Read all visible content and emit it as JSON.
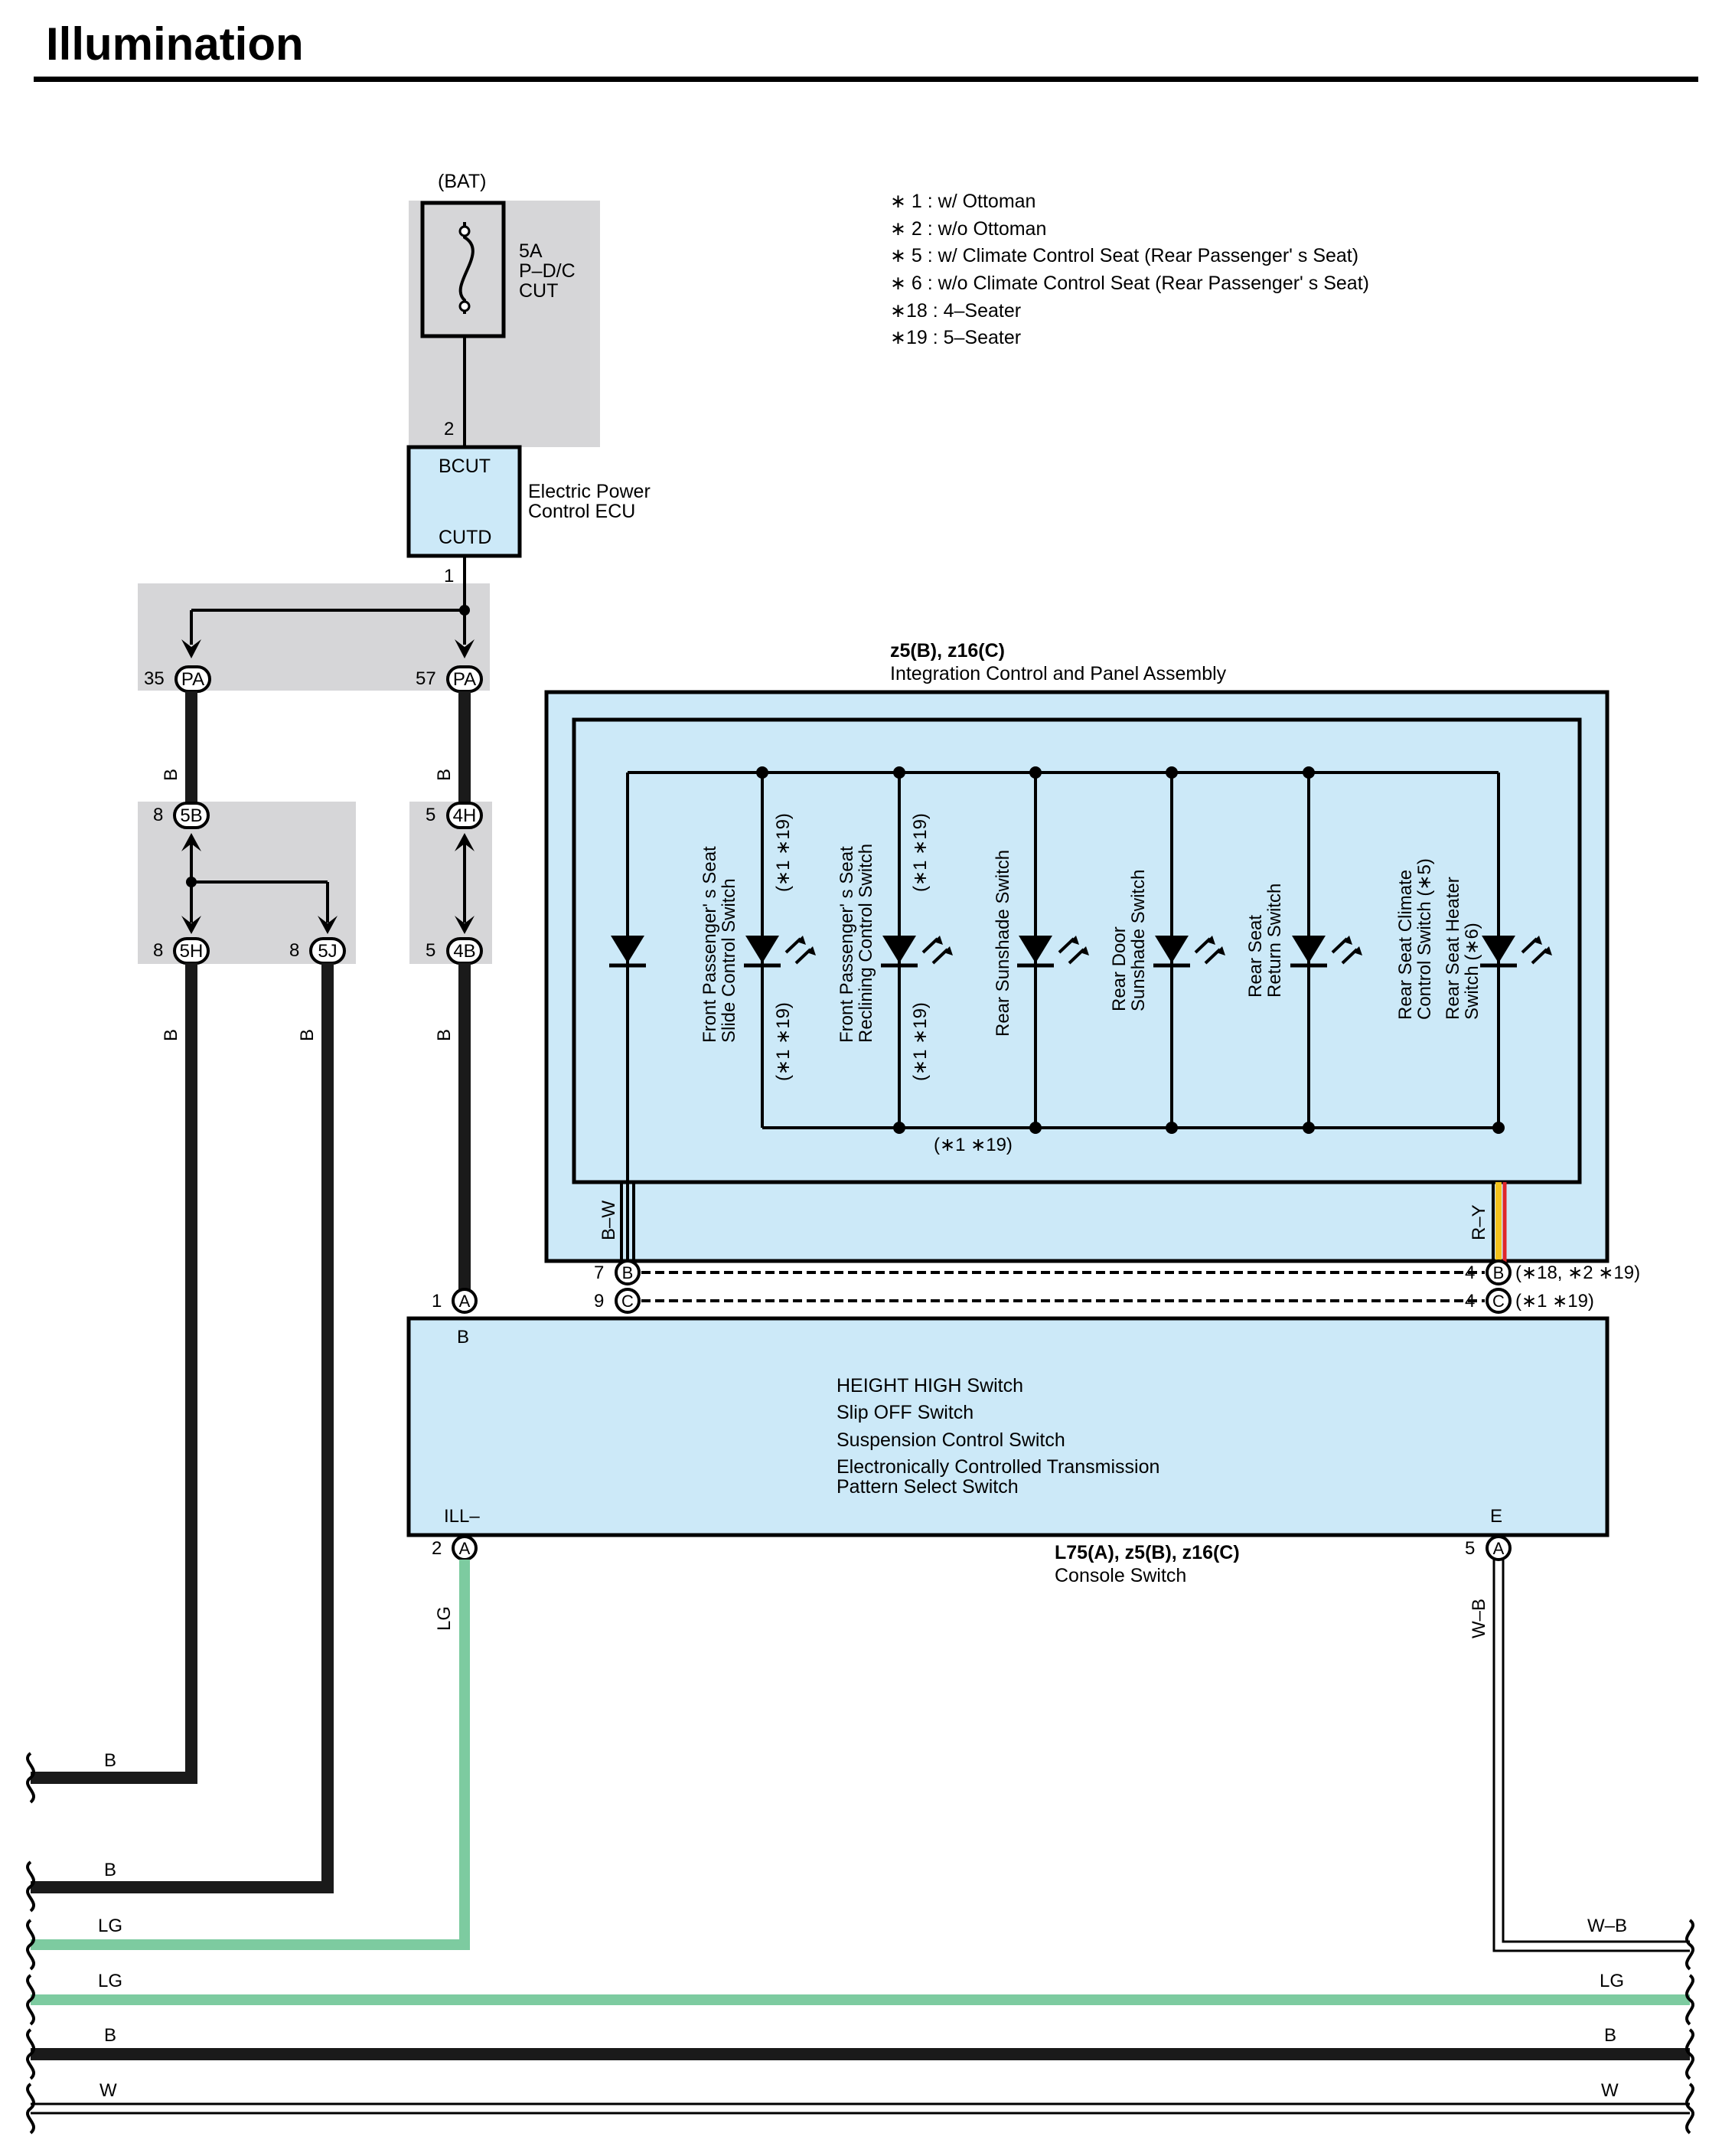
{
  "title": "Illumination",
  "notes": [
    "∗ 1 : w/ Ottoman",
    "∗ 2 : w/o Ottoman",
    "∗ 5 : w/ Climate Control Seat  (Rear Passenger'  s Seat)",
    "∗ 6 : w/o Climate Control Seat  (Rear Passenger'  s Seat)",
    "∗18 : 4–Seater",
    "∗19 : 5–Seater"
  ],
  "power": {
    "source": "(BAT)",
    "fuse": [
      "5A",
      "P–D/C",
      "CUT"
    ],
    "pin_in": "2",
    "pin_out": "1"
  },
  "ecu": {
    "term_top": "BCUT",
    "term_bottom": "CUTD",
    "name": [
      "Electric Power",
      "Control ECU"
    ]
  },
  "connectors": {
    "pa35": {
      "pin": "35",
      "id": "PA"
    },
    "pa57": {
      "pin": "57",
      "id": "PA"
    },
    "c5b": {
      "pin": "8",
      "id": "5B"
    },
    "c5h": {
      "pin": "8",
      "id": "5H"
    },
    "c5j": {
      "pin": "8",
      "id": "5J"
    },
    "c4h": {
      "pin": "5",
      "id": "4H"
    },
    "c4b": {
      "pin": "5",
      "id": "4B"
    }
  },
  "panel": {
    "code": "z5(B), z16(C)",
    "name": "Integration Control  and Panel Assembly",
    "switches": [
      [
        "Front Passenger'  s Seat",
        "Slide Control Switch"
      ],
      [
        "Front Passenger'  s Seat",
        "Reclining Control Switch"
      ],
      [
        "Rear Sunshade Switch"
      ],
      [
        "Rear Door",
        "Sunshade Switch"
      ],
      [
        "Rear Seat",
        "Return Switch"
      ],
      [
        "Rear Seat Climate",
        "Control Switch (∗5)",
        "Rear Seat Heater",
        "Switch (∗6)"
      ]
    ],
    "cond_top": "(∗1 ∗19)",
    "cond_bottom": "(∗1 ∗19)",
    "cond_bus": "(∗1 ∗19)",
    "wire_left": "B–W",
    "wire_right": "R–Y",
    "pins": {
      "b_left_num": "7",
      "b_left_id": "B",
      "c_left_num": "9",
      "c_left_id": "C",
      "b_right_num": "4",
      "b_right_id": "B",
      "b_right_note": "(∗18,  ∗2 ∗19)",
      "c_right_num": "4",
      "c_right_id": "C",
      "c_right_note": "(∗1 ∗19)"
    }
  },
  "console": {
    "code": "L75(A), z5(B), z16(C)",
    "name": "Console Switch",
    "items": [
      "HEIGHT HIGH Switch",
      "Slip OFF Switch",
      "Suspension Control Switch",
      "Electronically Controlled Transmission",
      "Pattern Select Switch"
    ],
    "term_top": "B",
    "term_ill": "ILL–",
    "term_e": "E",
    "pin_top_num": "1",
    "pin_top_id": "A",
    "pin_ill_num": "2",
    "pin_ill_id": "A",
    "pin_e_num": "5",
    "pin_e_id": "A"
  },
  "wire_colors": {
    "b1": "B",
    "b2": "B",
    "b3": "B",
    "b4": "B",
    "b5": "B",
    "lg_vertical": "LG",
    "wb_vertical": "W–B"
  },
  "bus_lines": [
    {
      "left": "B",
      "right": "",
      "color": "#1a1a1a"
    },
    {
      "left": "B",
      "right": "",
      "color": "#1a1a1a"
    },
    {
      "left": "LG",
      "right": "W–B",
      "color": "#7dcba0"
    },
    {
      "left": "LG",
      "right": "LG",
      "color": "#7dcba0"
    },
    {
      "left": "B",
      "right": "B",
      "color": "#1a1a1a"
    },
    {
      "left": "W",
      "right": "W",
      "color": "#ffffff"
    }
  ],
  "colors": {
    "panel_fill": "#cce9f8",
    "shade": "#d6d6d8",
    "wire_black": "#1a1a1a",
    "wire_lg": "#7dcba0",
    "wire_red": "#e0262a",
    "wire_yellow": "#f4c21c"
  }
}
